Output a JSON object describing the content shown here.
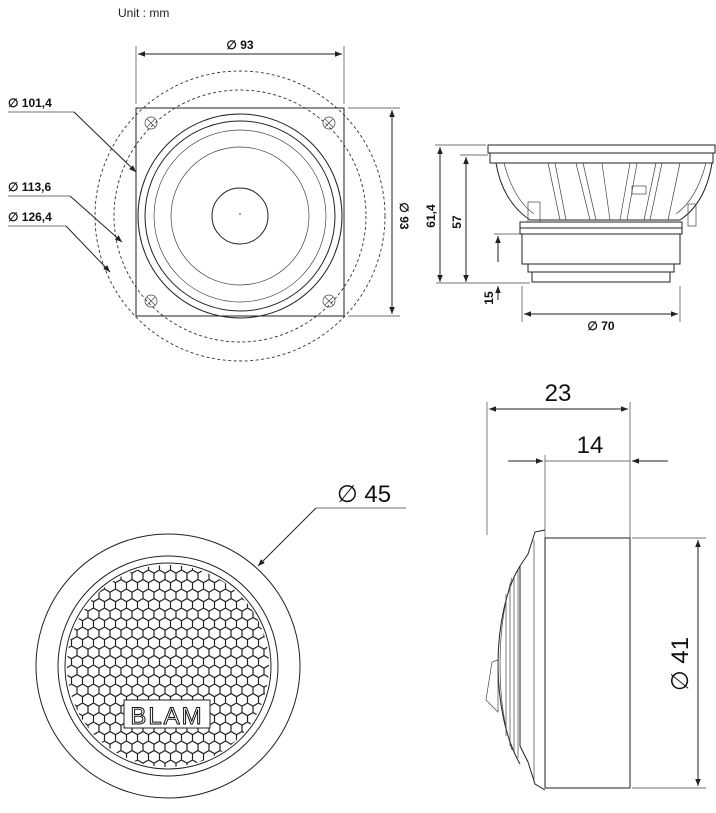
{
  "unit_label": "Unit : mm",
  "woofer": {
    "front_width": "∅ 93",
    "front_height": "∅ 93",
    "diameter_1": "∅ 101,4",
    "diameter_2": "∅ 113,6",
    "diameter_3": "∅ 126,4",
    "side_total_depth": "61,4",
    "side_depth": "57",
    "magnet_height": "15",
    "magnet_diameter": "∅ 70"
  },
  "tweeter": {
    "front_diameter": "∅ 45",
    "brand": "BLAM",
    "total_depth": "23",
    "body_depth": "14",
    "side_diameter": "∅ 41"
  }
}
